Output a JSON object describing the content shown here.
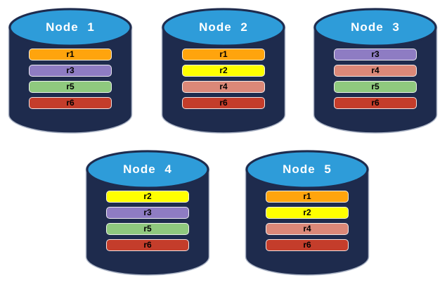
{
  "diagram": {
    "description": "Five database nodes each storing four replicas",
    "palette": {
      "cylinder_body": "#1E2B4D",
      "cylinder_top": "#2E9CD9",
      "cylinder_outline": "#A9B2C4",
      "title_color": "#FFFFFF",
      "label_color": "#000000",
      "replica_colors": {
        "r1": "#FFA40D",
        "r2": "#FFFF00",
        "r3": "#8E7CC3",
        "r4": "#DB8878",
        "r5": "#8FC97E",
        "r6": "#C43D2B"
      }
    },
    "nodes": [
      {
        "title": "Node 1",
        "replicas": [
          {
            "label": "r1",
            "color": "#FFA40D"
          },
          {
            "label": "r3",
            "color": "#8E7CC3"
          },
          {
            "label": "r5",
            "color": "#8FC97E"
          },
          {
            "label": "r6",
            "color": "#C43D2B"
          }
        ]
      },
      {
        "title": "Node 2",
        "replicas": [
          {
            "label": "r1",
            "color": "#FFA40D"
          },
          {
            "label": "r2",
            "color": "#FFFF00"
          },
          {
            "label": "r4",
            "color": "#DB8878"
          },
          {
            "label": "r6",
            "color": "#C43D2B"
          }
        ]
      },
      {
        "title": "Node 3",
        "replicas": [
          {
            "label": "r3",
            "color": "#8E7CC3"
          },
          {
            "label": "r4",
            "color": "#DB8878"
          },
          {
            "label": "r5",
            "color": "#8FC97E"
          },
          {
            "label": "r6",
            "color": "#C43D2B"
          }
        ]
      },
      {
        "title": "Node 4",
        "replicas": [
          {
            "label": "r2",
            "color": "#FFFF00"
          },
          {
            "label": "r3",
            "color": "#8E7CC3"
          },
          {
            "label": "r5",
            "color": "#8FC97E"
          },
          {
            "label": "r6",
            "color": "#C43D2B"
          }
        ]
      },
      {
        "title": "Node 5",
        "replicas": [
          {
            "label": "r1",
            "color": "#FFA40D"
          },
          {
            "label": "r2",
            "color": "#FFFF00"
          },
          {
            "label": "r4",
            "color": "#DB8878"
          },
          {
            "label": "r6",
            "color": "#C43D2B"
          }
        ]
      }
    ]
  }
}
